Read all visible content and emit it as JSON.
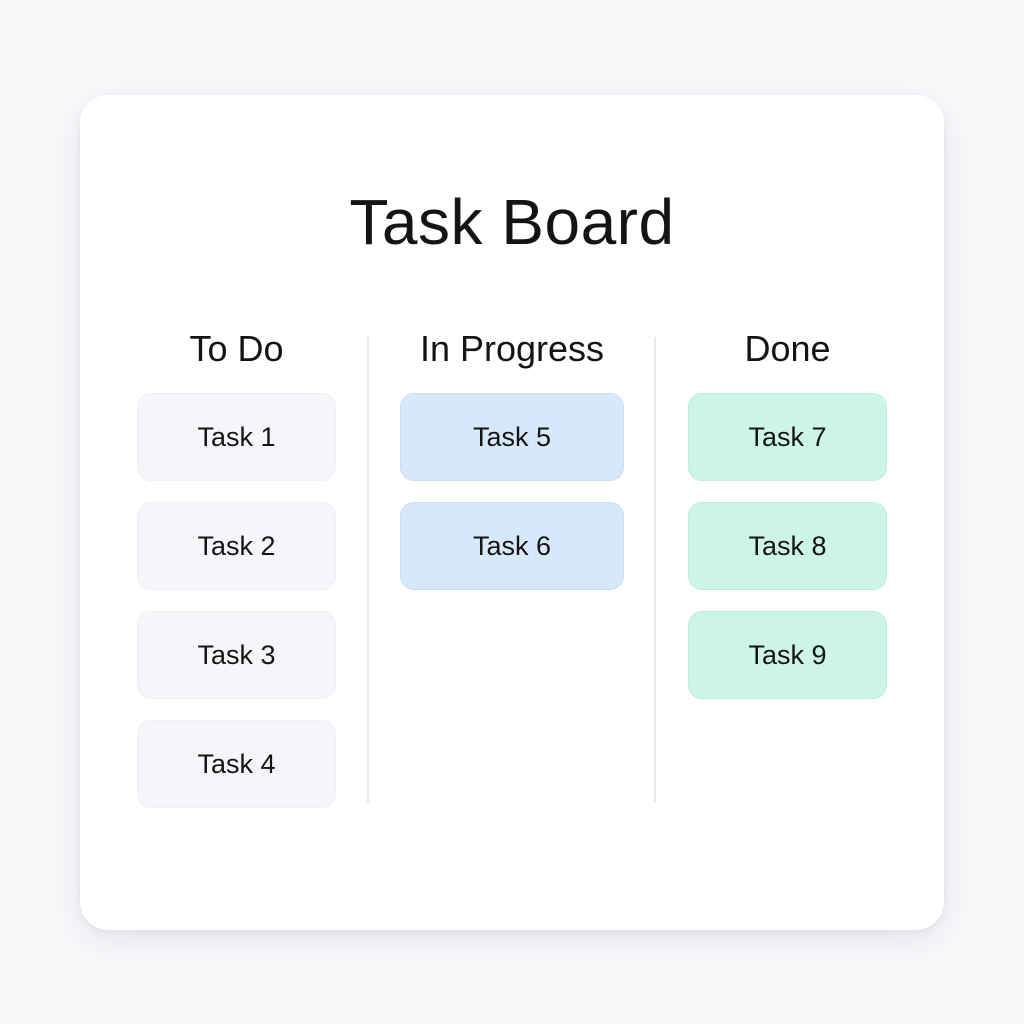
{
  "board": {
    "title": "Task Board"
  },
  "columns": [
    {
      "key": "todo",
      "title": "To Do",
      "cards": [
        "Task 1",
        "Task 2",
        "Task 3",
        "Task 4"
      ]
    },
    {
      "key": "progress",
      "title": "In Progress",
      "cards": [
        "Task 5",
        "Task 6"
      ]
    },
    {
      "key": "done",
      "title": "Done",
      "cards": [
        "Task 7",
        "Task 8",
        "Task 9"
      ]
    }
  ],
  "colors": {
    "page_background": "#f8f9fb",
    "board_background": "#ffffff",
    "todo_card": "#f5f6f9",
    "progress_card": "#d8e8fb",
    "done_card": "#cdf5e5",
    "text": "#141414"
  }
}
